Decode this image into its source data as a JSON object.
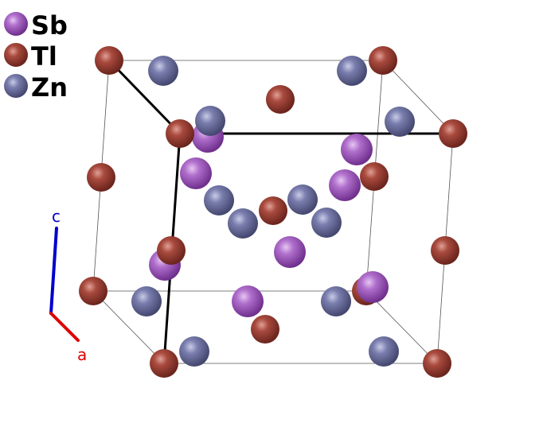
{
  "legend": {
    "items": [
      {
        "label": "Sb",
        "color": "#9a52b8"
      },
      {
        "label": "Tl",
        "color": "#9c3d33"
      },
      {
        "label": "Zn",
        "color": "#6b6fa0"
      }
    ]
  },
  "axes": {
    "c": {
      "label": "c",
      "color": "#0000cc"
    },
    "a": {
      "label": "a",
      "color": "#dd0000"
    }
  },
  "colors": {
    "Sb": "#9a52b8",
    "Tl": "#9c3d33",
    "Zn": "#6b6fa0",
    "bond": "#000000",
    "cell_edge": "#555555"
  }
}
